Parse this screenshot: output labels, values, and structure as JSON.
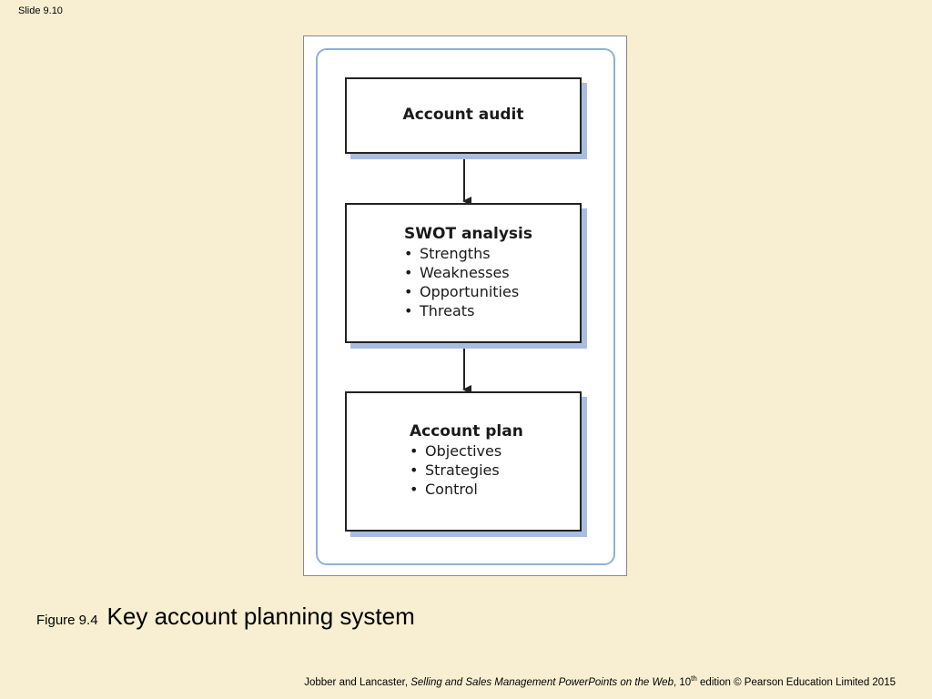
{
  "slide": {
    "number_label": "Slide 9.10"
  },
  "diagram": {
    "boxes": [
      {
        "title": "Account audit",
        "items": []
      },
      {
        "title": "SWOT analysis",
        "items": [
          "Strengths",
          "Weaknesses",
          "Opportunities",
          "Threats"
        ]
      },
      {
        "title": "Account plan",
        "items": [
          "Objectives",
          "Strategies",
          "Control"
        ]
      }
    ],
    "bullet": "•",
    "colors": {
      "background": "#f8efd2",
      "box_shadow": "#a9bde0",
      "frame_border": "#8fb0d8",
      "arrow": "#222222"
    }
  },
  "caption": {
    "label": "Figure 9.4",
    "title": "Key account planning system"
  },
  "footer": {
    "authors": "Jobber and Lancaster, ",
    "book_title": "Selling and Sales Management PowerPoints on the Web",
    "edition_prefix": ", 10",
    "edition_sup": "th",
    "edition_suffix": " edition © Pearson Education Limited 2015"
  }
}
